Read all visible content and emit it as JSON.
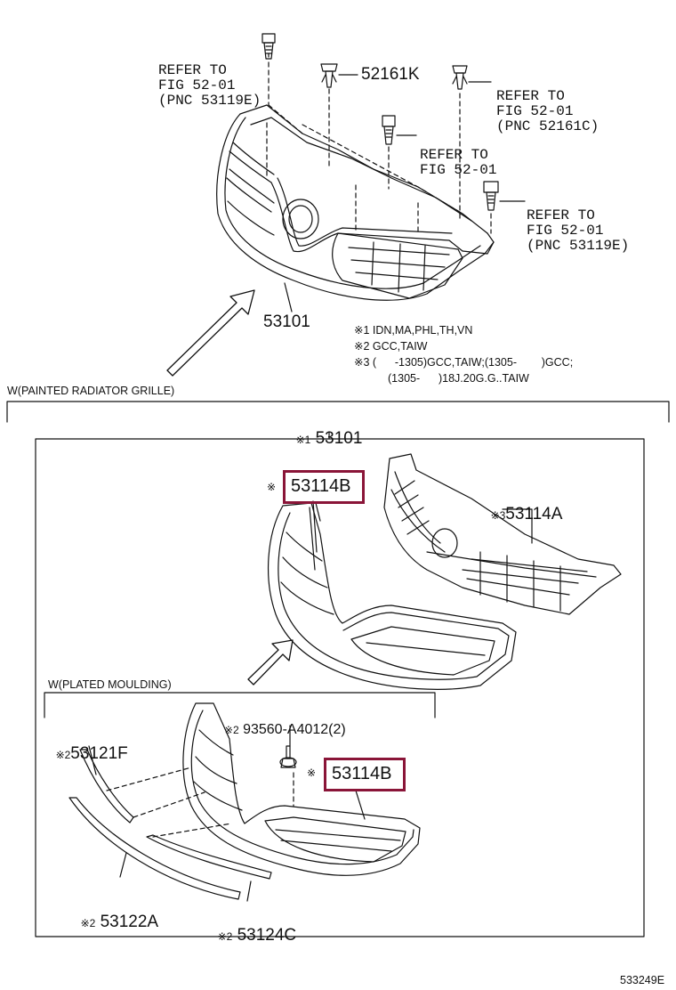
{
  "top": {
    "refer_1": [
      "REFER TO",
      "FIG 52-01",
      "(PNC 53119E)"
    ],
    "part_52161k": "52161K",
    "refer_2": [
      "REFER TO",
      "FIG 52-01",
      "(PNC 52161C)"
    ],
    "refer_3": [
      "REFER TO",
      "FIG 52-01"
    ],
    "refer_4": [
      "REFER TO",
      "FIG 52-01",
      "(PNC 53119E)"
    ],
    "part_53101": "53101"
  },
  "notes": {
    "n1": "※1 IDN,MA,PHL,TH,VN",
    "n2": "※2 GCC,TAIW",
    "n3a": "※3 (      -1305)GCC,TAIW;(1305-        )GCC;",
    "n3b": "(1305-      )18J.20G.G..TAIW"
  },
  "painted_section": {
    "title": "W(PAINTED RADIATOR GRILLE)",
    "mark_main": "※1",
    "part_main": "53101",
    "mark_b1": "※",
    "part_b1": "53114B",
    "mark_a": "※3",
    "part_a": "53114A"
  },
  "plated_section": {
    "title": "W(PLATED MOULDING)",
    "mark_f": "※2",
    "part_f": "53121F",
    "mark_clip": "※2",
    "part_clip": "93560-A4012(2)",
    "mark_b2": "※",
    "part_b2": "53114B",
    "mark_a2": "※2",
    "part_a2": "53122A",
    "mark_c": "※2",
    "part_c": "53124C"
  },
  "footer_code": "533249E",
  "colors": {
    "highlight": "#8a1538",
    "line": "#111111"
  }
}
